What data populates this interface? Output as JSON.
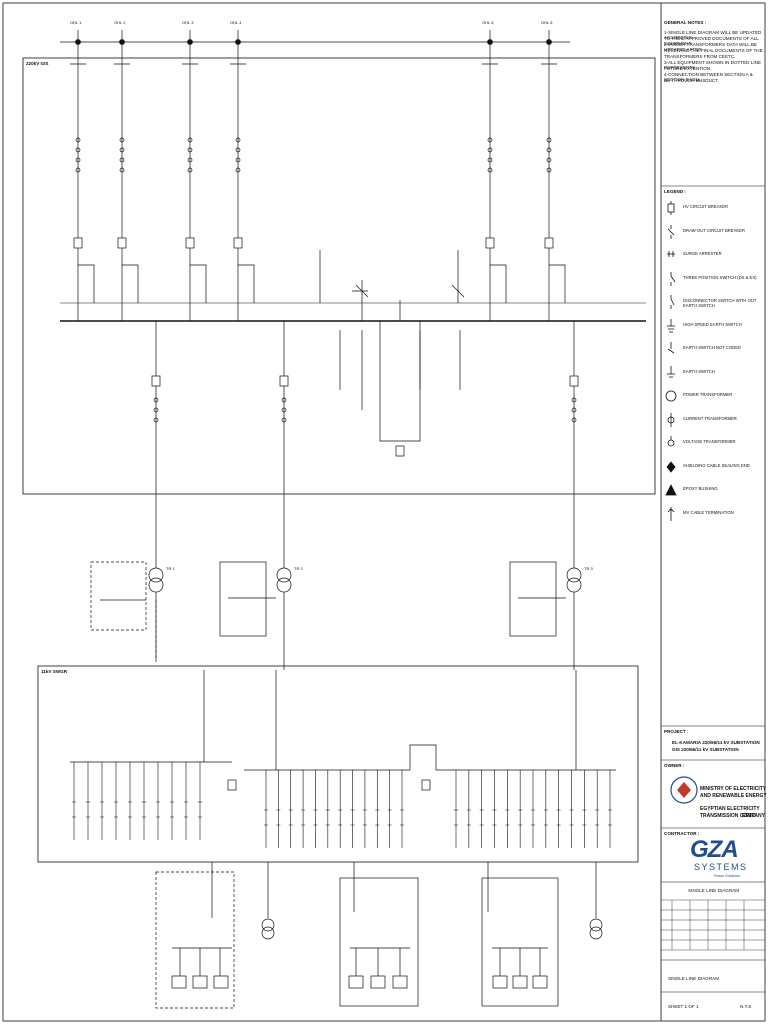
{
  "notes": {
    "heading": "GENERAL NOTES :",
    "lines": [
      "1-SINGLE LINE DIAGRAM WILL BE UPDATED ACCORDING",
      "TO FINAL APPROVED DOCUMENTS OF ALL EQUIPMENT.",
      "2-POWER TRANSFORMERS DATA WILL BE UPDATED AFTER",
      "RECEIVING THE FINAL DOCUMENTS OF THE",
      "TRANSFORMERS FROM CEETC.",
      "3-ALL EQUIPMENT SHOWN IN DOTTED LINE REPRESENTS",
      "FUTURE EXTENTION.",
      "4-CONNECTION BETWEEN SECTION A & SECTION B WILL",
      "BE THROUGH BUSDUCT."
    ]
  },
  "legend": {
    "heading": "LEGEND :",
    "items": [
      {
        "symbol": "breaker-icon",
        "label": "HV CIRCUIT BREAKER"
      },
      {
        "symbol": "drawout-breaker-icon",
        "label": "DRAW-OUT CIRCUIT BREAKER"
      },
      {
        "symbol": "surge-arrester-icon",
        "label": "SURGE ARRESTER"
      },
      {
        "symbol": "three-position-switch-icon",
        "label": "THREE POSITION SWITCH (DS & ES)"
      },
      {
        "symbol": "disconnector-icon",
        "label": "DISCONNECTOR SWITCH WITH OUT EARTH SWITCH"
      },
      {
        "symbol": "high-speed-earth-icon",
        "label": "HIGH SPEED EARTH SWITCH"
      },
      {
        "symbol": "earth-switch-icon",
        "label": "EARTH SWITCH NOT CODED"
      },
      {
        "symbol": "earth-icon",
        "label": "EARTH SWITCH"
      },
      {
        "symbol": "power-transformer-icon",
        "label": "POWER TRANSFORMER"
      },
      {
        "symbol": "current-transformer-icon",
        "label": "CURRENT TRANSFORMER"
      },
      {
        "symbol": "voltage-transformer-icon",
        "label": "VOLTAGE TRANSFORMER"
      },
      {
        "symbol": "bushing-icon",
        "label": "SHIELDING CABLE SEALING END"
      },
      {
        "symbol": "epoxy-bushing-icon",
        "label": "EPOXY BUSHING"
      },
      {
        "symbol": "cable-termination-icon",
        "label": "MV CABLE TERMINATION"
      }
    ]
  },
  "project": {
    "label": "PROJECT :",
    "line1": "EL-KAMARIA 220/66/11 kV SUBSTATION",
    "line2": "GIS 220/66/11 kV SUBSTATION"
  },
  "client": {
    "label": "OWNER :",
    "line1": "MINISTRY OF ELECTRICITY",
    "line2": "AND RENEWABLE ENERGY",
    "line3": "EGYPTIAN ELECTRICITY",
    "line4": "TRANSMISSION COMPANY",
    "code": "EETC"
  },
  "contractor": {
    "label": "CONTRACTOR :",
    "logo_text": "GZA",
    "logo_sub": "SYSTEMS",
    "logo_tag": "Power Solutions"
  },
  "drawing": {
    "title": "SINGLE LINE DIAGRAM",
    "sheet": "SHEET 1 OF 1",
    "scale": "N.T.S"
  },
  "sections": {
    "hv": "220kV GIS",
    "mv": "11kV SWGR"
  },
  "feeders_top": [
    "OHL 1",
    "OHL 2",
    "OHL 3",
    "OHL 4",
    "OHL 5",
    "OHL 6"
  ],
  "transformers": [
    "TR 1",
    "TR 2",
    "TR 3"
  ],
  "colors": {
    "line": "#111111",
    "brand": "#1f4e8c",
    "logo_red": "#c0392b"
  }
}
